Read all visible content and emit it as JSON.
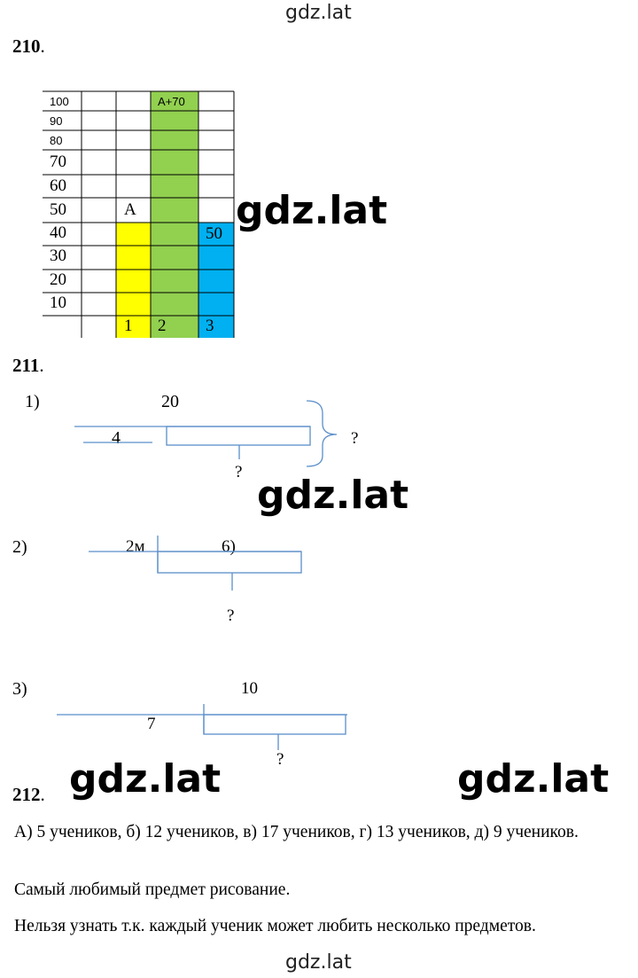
{
  "watermark_text": "gdz.lat",
  "task210": {
    "number": "210",
    "dot": ".",
    "y_labels": [
      "100",
      "90",
      "80",
      "70",
      "60",
      "50",
      "40",
      "30",
      "20",
      "10"
    ],
    "label_a": "A",
    "label_a70": "A+70",
    "label_50": "50",
    "columns": [
      "1",
      "2",
      "3"
    ],
    "colors": {
      "yellow": "#ffff00",
      "green": "#92d050",
      "blue": "#00b0f0"
    }
  },
  "task211": {
    "number": "211",
    "dot": ".",
    "items": [
      {
        "num": "1)",
        "top_value": "20",
        "left_value": "4",
        "right_q": "?",
        "bottom_q": "?"
      },
      {
        "num": "2)",
        "left_value": "2м",
        "right_value": "6)",
        "bottom_q": "?"
      },
      {
        "num": "3)",
        "top_value": "10",
        "left_value": "7",
        "bottom_q": "?"
      }
    ],
    "line_color": "#5b8fc9"
  },
  "task212": {
    "number": "212",
    "dot": ".",
    "paragraphs": [
      "А) 5 учеников, б) 12 учеников, в) 17 учеников,  г) 13 учеников,  д) 9 учеников.",
      "Самый любимый предмет рисование.",
      "Нельзя узнать  т.к. каждый ученик может любить несколько предметов."
    ]
  }
}
